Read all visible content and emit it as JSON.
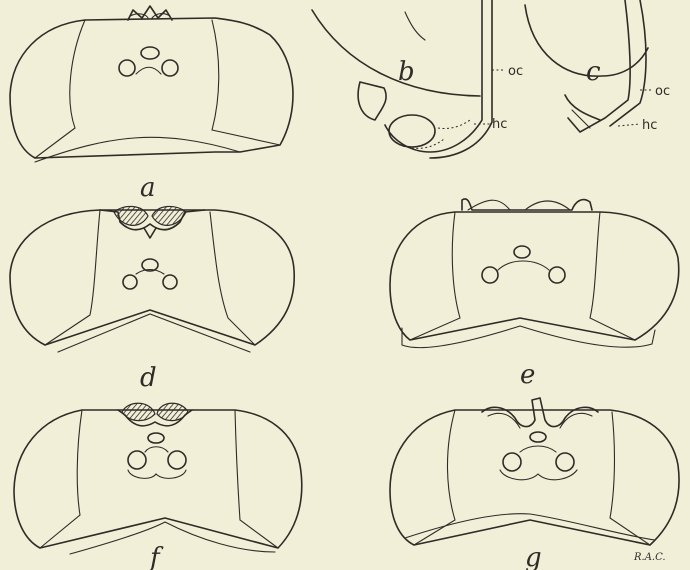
{
  "figures": {
    "a": "a",
    "b": "b",
    "c": "c",
    "d": "d",
    "e": "e",
    "f": "f",
    "g": "g"
  },
  "callouts": {
    "b_oc": "oc",
    "b_hc": "hc",
    "c_oc": "oc",
    "c_hc": "hc"
  },
  "signature": "R.A.C."
}
